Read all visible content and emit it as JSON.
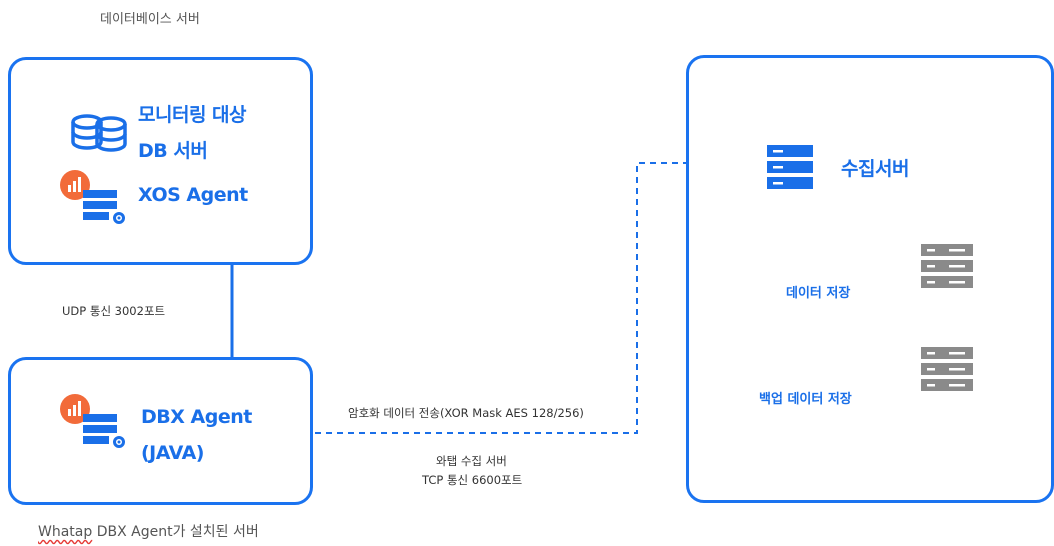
{
  "top_caption": "데이터베이스 서버",
  "bottom_caption_prefix": "Whatap",
  "bottom_caption_rest": " DBX Agent가 설치된 서버",
  "db_box": {
    "line1": "모니터링 대상",
    "line2": "DB 서버",
    "agent": "XOS Agent"
  },
  "dbx_box": {
    "line1": "DBX Agent",
    "line2": "(JAVA)"
  },
  "collect_box": {
    "title": "수집서버",
    "store_label": "데이터 저장",
    "backup_label": "백업 데이터 저장"
  },
  "links": {
    "udp": "UDP 통신 3002포트",
    "encrypt": "암호화 데이터 전송(XOR Mask AES 128/256)",
    "tcp_line1": "와탭 수집 서버",
    "tcp_line2": "TCP 통신 6600포트"
  },
  "colors": {
    "primary": "#1a6fe8",
    "light": "#7fb4f5",
    "agent_orange": "#f26b3a",
    "server_grey": "#8a8a8a"
  },
  "icons": [
    "database-icon",
    "agent-badge-icon",
    "server-gear-icon",
    "server-rack-icon"
  ]
}
